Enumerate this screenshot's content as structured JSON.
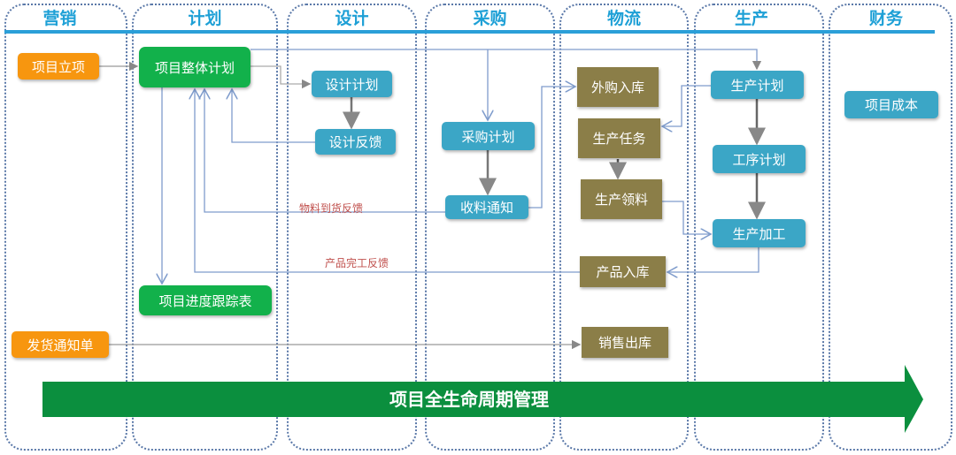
{
  "lanes": [
    "营销",
    "计划",
    "设计",
    "采购",
    "物流",
    "生产",
    "财务"
  ],
  "nodes": {
    "xmlx": "项目立项",
    "xmztjh": "项目整体计划",
    "sjjh": "设计计划",
    "sjfk": "设计反馈",
    "cgjh": "采购计划",
    "sltz": "收料通知",
    "wgrk": "外购入库",
    "scrw": "生产任务",
    "scll": "生产领料",
    "cprk": "产品入库",
    "xsck": "销售出库",
    "scjh": "生产计划",
    "gxjh": "工序计划",
    "scjg": "生产加工",
    "xmcb": "项目成本",
    "xmjdgzb": "项目进度跟踪表",
    "fhtzd": "发货通知单"
  },
  "labels": {
    "wldhfk": "物料到货反馈",
    "cpwgfk": "产品完工反馈"
  },
  "banner": "项目全生命周期管理",
  "colors": {
    "orange": "#f7960f",
    "green": "#12b14b",
    "blue": "#3ba6c6",
    "olive": "#8b7e48",
    "title": "#1ea0d6"
  }
}
